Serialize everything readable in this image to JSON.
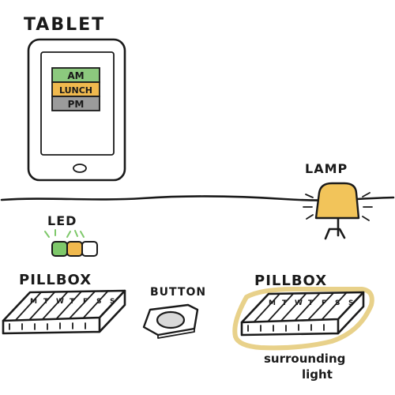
{
  "labels": {
    "tablet": "TABLET",
    "lamp": "LAMP",
    "led": "LED",
    "pillbox_left": "PILLBOX",
    "button": "BUTTON",
    "pillbox_right": "PILLBOX",
    "surrounding_light_line1": "surrounding",
    "surrounding_light_line2": "light"
  },
  "tablet_screen": {
    "rows": [
      {
        "label": "AM",
        "color": "#8cc97e"
      },
      {
        "label": "LUNCH",
        "color": "#f0b94e"
      },
      {
        "label": "PM",
        "color": "#9b9b9b"
      }
    ]
  },
  "pillbox_days": [
    "M",
    "T",
    "W",
    "T",
    "F",
    "S",
    "S"
  ],
  "colors": {
    "ink": "#1a1a1a",
    "led_green": "#7ec86a",
    "led_orange": "#f0b94e",
    "led_white": "#ffffff",
    "lamp_yellow": "#f2c45a",
    "glow_yellow": "#e8d18a",
    "button_gray": "#d9d9d9"
  }
}
